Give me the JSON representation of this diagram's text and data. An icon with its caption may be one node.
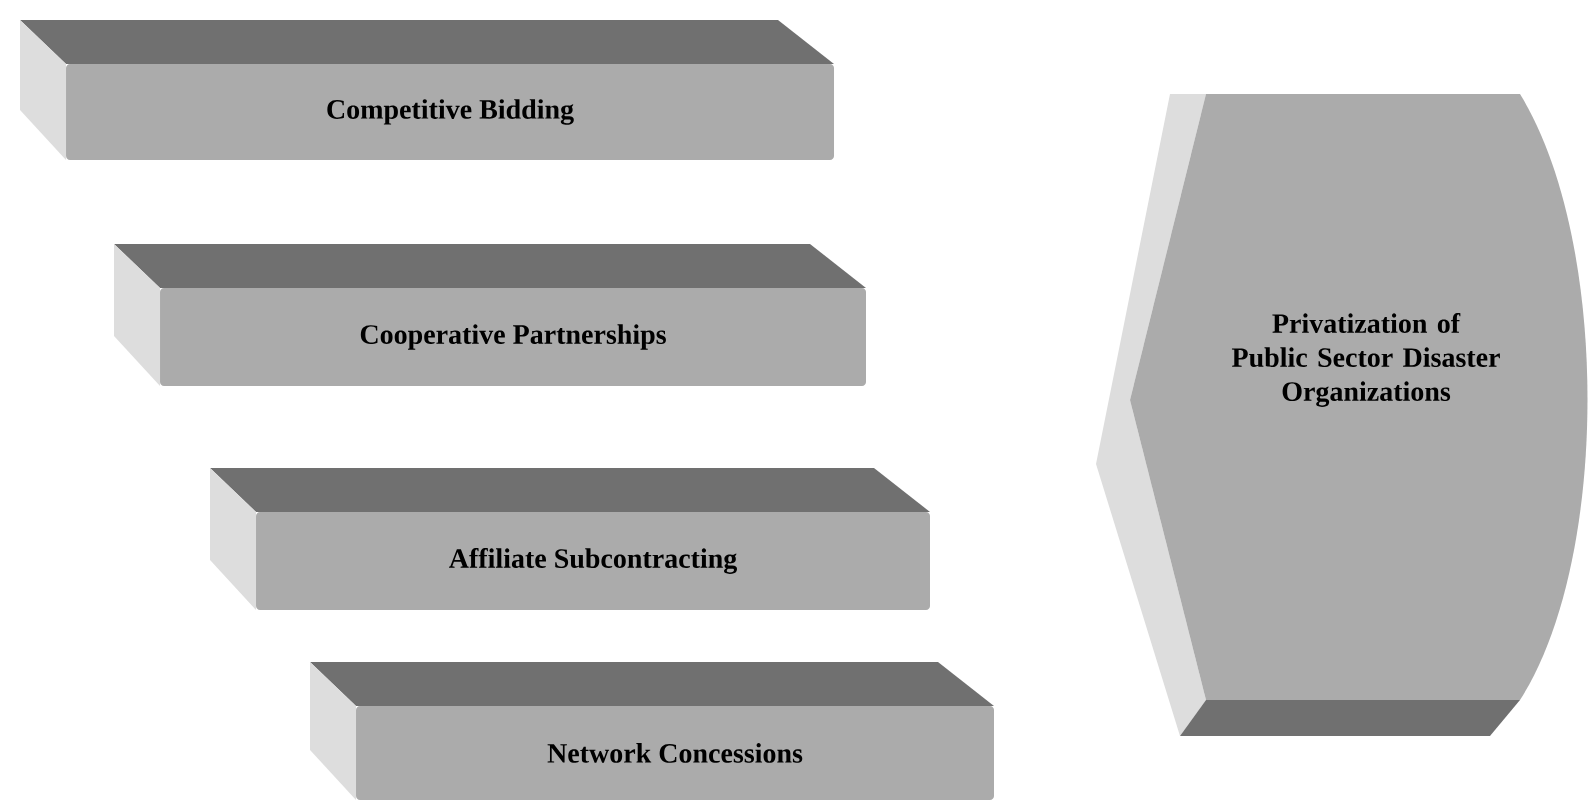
{
  "diagram": {
    "nodes": [
      {
        "text": [
          "Competitive Bidding"
        ]
      },
      {
        "text": [
          "Cooperative Partnerships"
        ]
      },
      {
        "text": [
          "Affiliate Subcontracting"
        ]
      },
      {
        "text": [
          "Network Concessions"
        ]
      },
      {
        "text": [
          "Privatization of Public Sector Disaster Organizations"
        ]
      }
    ]
  }
}
